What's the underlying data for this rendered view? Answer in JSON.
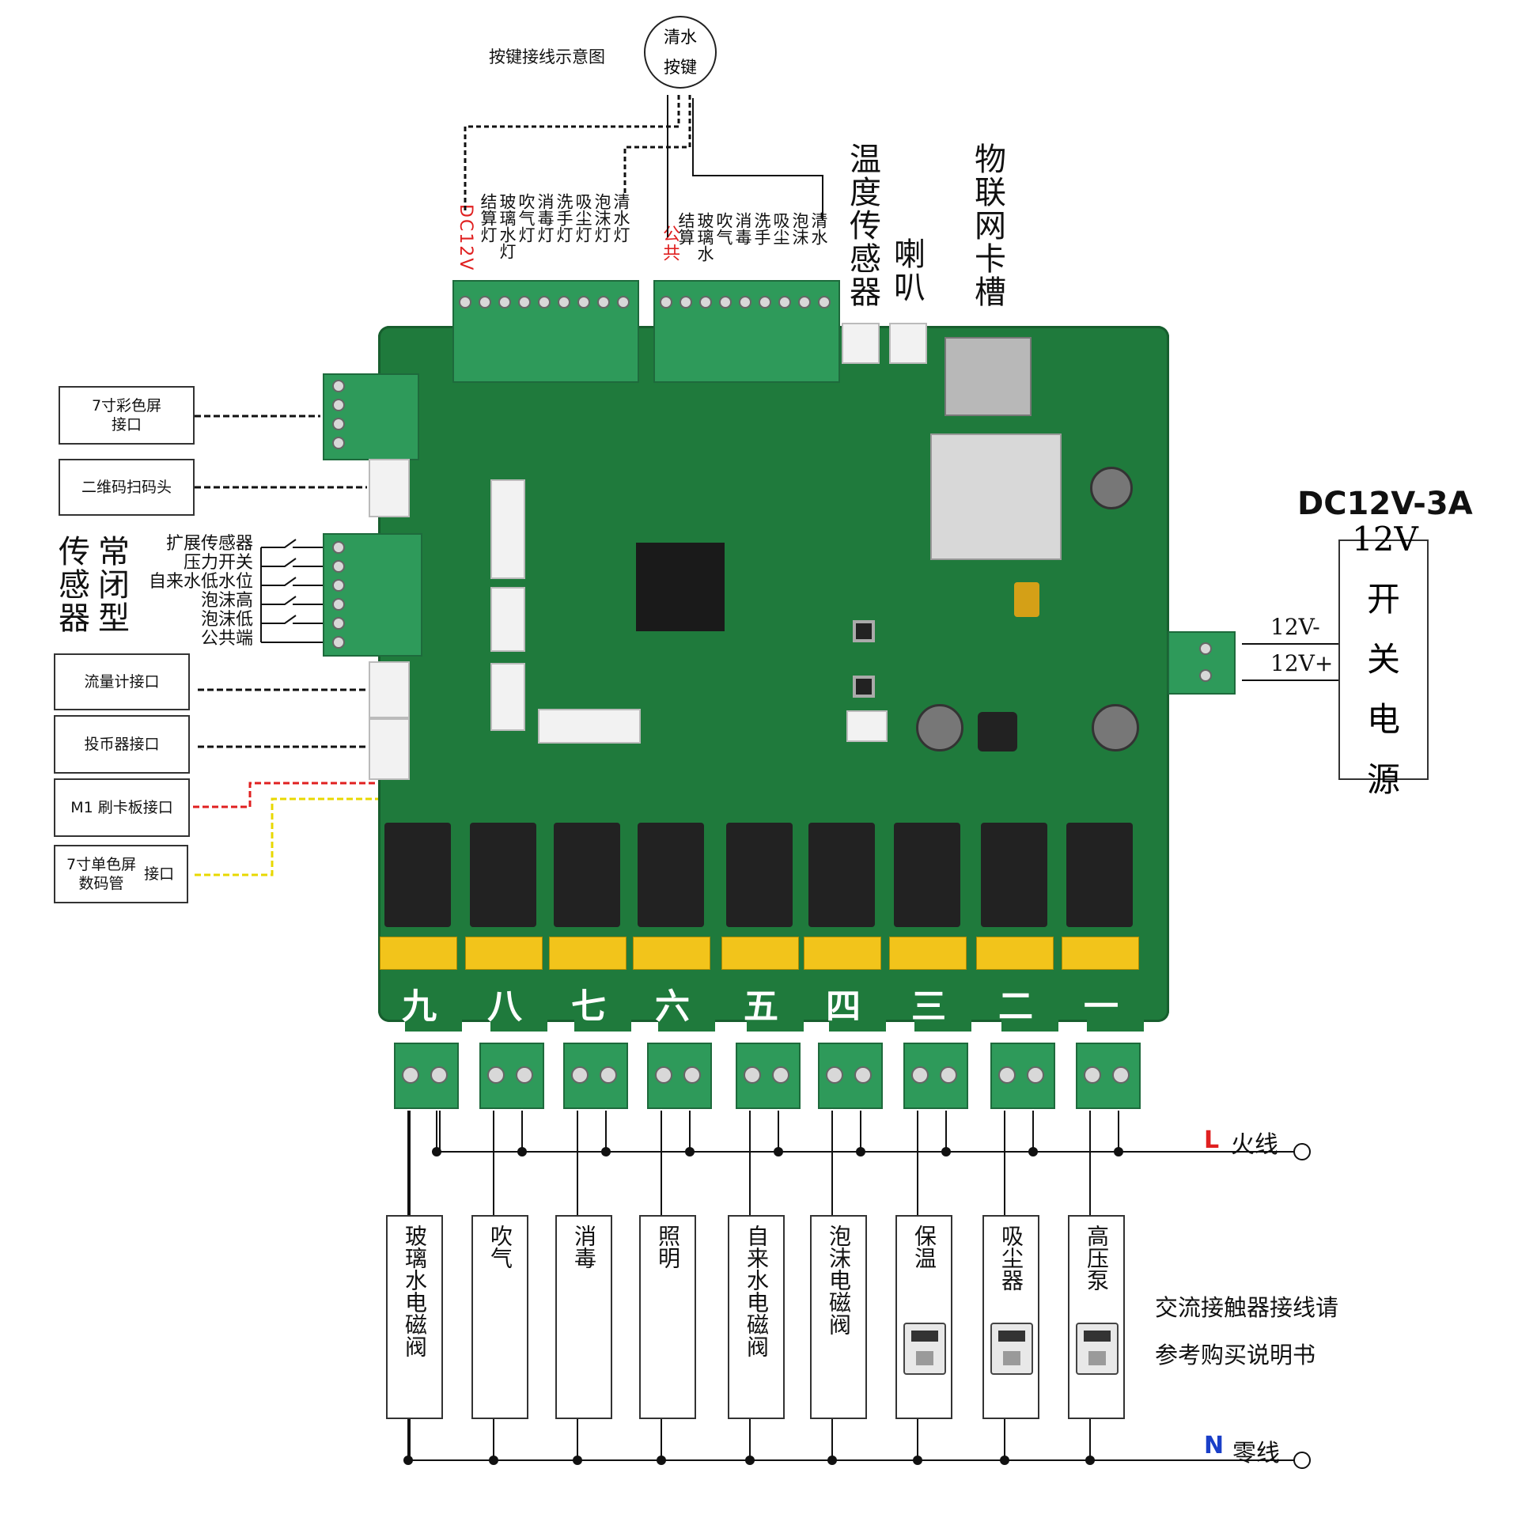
{
  "key_diagram": {
    "title": "按键接线示意图",
    "button_label": "清水按键"
  },
  "top_terminals": {
    "left_power": "DC12V",
    "left_labels": [
      "结算灯",
      "玻璃水灯",
      "吹气灯",
      "消毒灯",
      "洗手灯",
      "吸尘灯",
      "泡沫灯",
      "清水灯"
    ],
    "right_common": "公共",
    "right_labels": [
      "结算",
      "玻璃水",
      "吹气",
      "消毒",
      "洗手",
      "吸尘",
      "泡沫",
      "清水"
    ]
  },
  "top_connectors": {
    "temp_sensor": "温度传感器",
    "speaker": "喇叭",
    "iot_slot": "物联网卡槽"
  },
  "left_ports": {
    "color_screen": "7寸彩色屏接口",
    "qr_scanner": "二维码扫码头",
    "flowmeter": "流量计接口",
    "coin": "投币器接口",
    "m1_card": "M1 刷卡板接口",
    "mono_screen_line1": "7寸单色屏",
    "mono_screen_line2": "数码管",
    "mono_screen_suffix": "接口"
  },
  "sensors": {
    "group_a": "传感器",
    "group_b": "常闭型",
    "items": [
      "扩展传感器",
      "压力开关",
      "自来水低水位",
      "泡沫高",
      "泡沫低",
      "公共端"
    ]
  },
  "power": {
    "spec": "DC12V-3A",
    "supply_label": "12V开关电源",
    "neg": "12V-",
    "pos": "12V+"
  },
  "channels": [
    "九",
    "八",
    "七",
    "六",
    "五",
    "四",
    "三",
    "二",
    "一"
  ],
  "loads": [
    "玻璃水电磁阀",
    "吹气",
    "消毒",
    "照明",
    "自来水电磁阀",
    "泡沫电磁阀",
    "保温",
    "吸尘器",
    "高压泵"
  ],
  "ac": {
    "live_letter": "L",
    "live_text": "火线",
    "neutral_letter": "N",
    "neutral_text": "零线",
    "note_line1": "交流接触器接线请",
    "note_line2": "参考购买说明书"
  },
  "colors": {
    "board": "#1f7a3c",
    "terminal": "#2e9a5a",
    "accent_red": "#e02020",
    "accent_yellow": "#e8d800",
    "neutral_blue": "#1a3fc8"
  }
}
